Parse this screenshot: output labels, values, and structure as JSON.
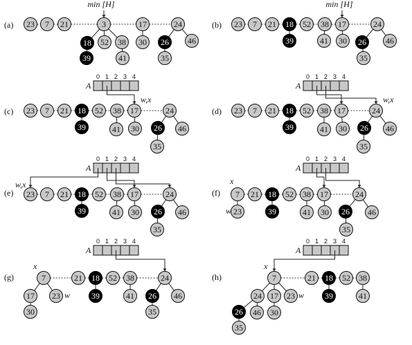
{
  "panels": [
    {
      "id": "a",
      "label": "(a)",
      "pointer": {
        "text": "min [H]",
        "node": 3
      },
      "roots": [
        23,
        7,
        21,
        3,
        17,
        24
      ],
      "nodes": [
        {
          "v": 23,
          "c": "gray"
        },
        {
          "v": 7,
          "c": "gray"
        },
        {
          "v": 21,
          "c": "gray"
        },
        {
          "v": 3,
          "c": "gray"
        },
        {
          "v": 17,
          "c": "gray"
        },
        {
          "v": 24,
          "c": "gray"
        },
        {
          "v": 18,
          "c": "black"
        },
        {
          "v": 52,
          "c": "gray"
        },
        {
          "v": 38,
          "c": "gray"
        },
        {
          "v": 30,
          "c": "gray"
        },
        {
          "v": 26,
          "c": "black"
        },
        {
          "v": 46,
          "c": "gray"
        },
        {
          "v": 39,
          "c": "black"
        },
        {
          "v": 41,
          "c": "gray"
        },
        {
          "v": 35,
          "c": "gray"
        }
      ],
      "edges": [
        [
          3,
          18
        ],
        [
          3,
          52
        ],
        [
          3,
          38
        ],
        [
          17,
          30
        ],
        [
          24,
          26
        ],
        [
          24,
          46
        ],
        [
          18,
          39
        ],
        [
          38,
          41
        ],
        [
          26,
          35
        ]
      ],
      "array": null
    },
    {
      "id": "b",
      "label": "(b)",
      "pointer": {
        "text": "min [H]",
        "node": 17
      },
      "roots": [
        23,
        7,
        21,
        18,
        52,
        38,
        17,
        24
      ],
      "nodes": [
        {
          "v": 23,
          "c": "gray"
        },
        {
          "v": 7,
          "c": "gray"
        },
        {
          "v": 21,
          "c": "gray"
        },
        {
          "v": 18,
          "c": "black"
        },
        {
          "v": 52,
          "c": "gray"
        },
        {
          "v": 38,
          "c": "gray"
        },
        {
          "v": 17,
          "c": "gray"
        },
        {
          "v": 24,
          "c": "gray"
        },
        {
          "v": 39,
          "c": "black"
        },
        {
          "v": 41,
          "c": "gray"
        },
        {
          "v": 30,
          "c": "gray"
        },
        {
          "v": 26,
          "c": "black"
        },
        {
          "v": 46,
          "c": "gray"
        },
        {
          "v": 35,
          "c": "gray"
        }
      ],
      "edges": [
        [
          18,
          39
        ],
        [
          38,
          41
        ],
        [
          17,
          30
        ],
        [
          24,
          26
        ],
        [
          24,
          46
        ],
        [
          26,
          35
        ]
      ],
      "array": null
    },
    {
      "id": "c",
      "label": "(c)",
      "pointer": null,
      "roots": [
        23,
        7,
        21,
        18,
        52,
        38,
        17,
        24
      ],
      "nodes": [
        {
          "v": 23,
          "c": "gray"
        },
        {
          "v": 7,
          "c": "gray"
        },
        {
          "v": 21,
          "c": "gray"
        },
        {
          "v": 18,
          "c": "black"
        },
        {
          "v": 52,
          "c": "gray"
        },
        {
          "v": 38,
          "c": "gray"
        },
        {
          "v": 17,
          "c": "gray"
        },
        {
          "v": 24,
          "c": "gray"
        },
        {
          "v": 39,
          "c": "black"
        },
        {
          "v": 41,
          "c": "gray"
        },
        {
          "v": 30,
          "c": "gray"
        },
        {
          "v": 26,
          "c": "black"
        },
        {
          "v": 46,
          "c": "gray"
        },
        {
          "v": 35,
          "c": "gray"
        }
      ],
      "edges": [
        [
          18,
          39
        ],
        [
          38,
          41
        ],
        [
          17,
          30
        ],
        [
          24,
          26
        ],
        [
          24,
          46
        ],
        [
          26,
          35
        ]
      ],
      "array": {
        "name": "A",
        "indices": [
          "0",
          "1",
          "2",
          "3",
          "4"
        ],
        "pointers": [
          {
            "from": 1,
            "to": 17
          }
        ]
      },
      "marker": {
        "text": "w,x",
        "node": 17
      }
    },
    {
      "id": "d",
      "label": "(d)",
      "pointer": null,
      "roots": [
        23,
        7,
        21,
        18,
        52,
        38,
        17,
        24
      ],
      "nodes": [
        {
          "v": 23,
          "c": "gray"
        },
        {
          "v": 7,
          "c": "gray"
        },
        {
          "v": 21,
          "c": "gray"
        },
        {
          "v": 18,
          "c": "black"
        },
        {
          "v": 52,
          "c": "gray"
        },
        {
          "v": 38,
          "c": "gray"
        },
        {
          "v": 17,
          "c": "gray"
        },
        {
          "v": 24,
          "c": "gray"
        },
        {
          "v": 39,
          "c": "black"
        },
        {
          "v": 41,
          "c": "gray"
        },
        {
          "v": 30,
          "c": "gray"
        },
        {
          "v": 26,
          "c": "black"
        },
        {
          "v": 46,
          "c": "gray"
        },
        {
          "v": 35,
          "c": "gray"
        }
      ],
      "edges": [
        [
          18,
          39
        ],
        [
          38,
          41
        ],
        [
          17,
          30
        ],
        [
          24,
          26
        ],
        [
          24,
          46
        ],
        [
          26,
          35
        ]
      ],
      "array": {
        "name": "A",
        "indices": [
          "0",
          "1",
          "2",
          "3",
          "4"
        ],
        "pointers": [
          {
            "from": 1,
            "to": 17
          },
          {
            "from": 2,
            "to": 24
          }
        ]
      },
      "marker": {
        "text": "w,x",
        "node": 24
      }
    },
    {
      "id": "e",
      "label": "(e)",
      "pointer": null,
      "roots": [
        23,
        7,
        21,
        18,
        52,
        38,
        17,
        24
      ],
      "nodes": [
        {
          "v": 23,
          "c": "gray"
        },
        {
          "v": 7,
          "c": "gray"
        },
        {
          "v": 21,
          "c": "gray"
        },
        {
          "v": 18,
          "c": "black"
        },
        {
          "v": 52,
          "c": "gray"
        },
        {
          "v": 38,
          "c": "gray"
        },
        {
          "v": 17,
          "c": "gray"
        },
        {
          "v": 24,
          "c": "gray"
        },
        {
          "v": 39,
          "c": "black"
        },
        {
          "v": 41,
          "c": "gray"
        },
        {
          "v": 30,
          "c": "gray"
        },
        {
          "v": 26,
          "c": "black"
        },
        {
          "v": 46,
          "c": "gray"
        },
        {
          "v": 35,
          "c": "gray"
        }
      ],
      "edges": [
        [
          18,
          39
        ],
        [
          38,
          41
        ],
        [
          17,
          30
        ],
        [
          24,
          26
        ],
        [
          24,
          46
        ],
        [
          26,
          35
        ]
      ],
      "array": {
        "name": "A",
        "indices": [
          "0",
          "1",
          "2",
          "3",
          "4"
        ],
        "pointers": [
          {
            "from": 0,
            "to": 23
          },
          {
            "from": 1,
            "to": 17
          },
          {
            "from": 2,
            "to": 24
          }
        ]
      },
      "marker": {
        "text": "w,x",
        "node": 23
      }
    },
    {
      "id": "f",
      "label": "(f)",
      "pointer": null,
      "roots": [
        7,
        21,
        18,
        52,
        38,
        17,
        24
      ],
      "nodes": [
        {
          "v": 7,
          "c": "gray"
        },
        {
          "v": 21,
          "c": "gray"
        },
        {
          "v": 18,
          "c": "black"
        },
        {
          "v": 52,
          "c": "gray"
        },
        {
          "v": 38,
          "c": "gray"
        },
        {
          "v": 17,
          "c": "gray"
        },
        {
          "v": 24,
          "c": "gray"
        },
        {
          "v": 23,
          "c": "gray"
        },
        {
          "v": 39,
          "c": "black"
        },
        {
          "v": 41,
          "c": "gray"
        },
        {
          "v": 30,
          "c": "gray"
        },
        {
          "v": 26,
          "c": "black"
        },
        {
          "v": 46,
          "c": "gray"
        },
        {
          "v": 35,
          "c": "gray"
        }
      ],
      "edges": [
        [
          7,
          23
        ],
        [
          18,
          39
        ],
        [
          38,
          41
        ],
        [
          17,
          30
        ],
        [
          24,
          26
        ],
        [
          24,
          46
        ],
        [
          26,
          35
        ]
      ],
      "array": {
        "name": "A",
        "indices": [
          "0",
          "1",
          "2",
          "3",
          "4"
        ],
        "pointers": [
          {
            "from": 1,
            "to": 17
          },
          {
            "from": 2,
            "to": 24
          }
        ]
      },
      "marker": {
        "text": "x",
        "node": 7
      },
      "marker2": {
        "text": "w",
        "node": 23
      }
    },
    {
      "id": "g",
      "label": "(g)",
      "pointer": null,
      "roots": [
        7,
        21,
        18,
        52,
        38,
        24
      ],
      "nodes": [
        {
          "v": 7,
          "c": "gray"
        },
        {
          "v": 21,
          "c": "gray"
        },
        {
          "v": 18,
          "c": "black"
        },
        {
          "v": 52,
          "c": "gray"
        },
        {
          "v": 38,
          "c": "gray"
        },
        {
          "v": 24,
          "c": "gray"
        },
        {
          "v": 17,
          "c": "gray"
        },
        {
          "v": 23,
          "c": "gray"
        },
        {
          "v": 39,
          "c": "black"
        },
        {
          "v": 41,
          "c": "gray"
        },
        {
          "v": 26,
          "c": "black"
        },
        {
          "v": 46,
          "c": "gray"
        },
        {
          "v": 30,
          "c": "gray"
        },
        {
          "v": 35,
          "c": "gray"
        }
      ],
      "edges": [
        [
          7,
          17
        ],
        [
          7,
          23
        ],
        [
          17,
          30
        ],
        [
          18,
          39
        ],
        [
          38,
          41
        ],
        [
          24,
          26
        ],
        [
          24,
          46
        ],
        [
          26,
          35
        ]
      ],
      "array": {
        "name": "A",
        "indices": [
          "0",
          "1",
          "2",
          "3",
          "4"
        ],
        "pointers": [
          {
            "from": 2,
            "to": 24
          }
        ]
      },
      "marker": {
        "text": "x",
        "node": 7
      },
      "marker2": {
        "text": "w",
        "node": 23
      }
    },
    {
      "id": "h",
      "label": "(h)",
      "pointer": null,
      "roots": [
        7,
        21,
        18,
        52,
        38
      ],
      "nodes": [
        {
          "v": 7,
          "c": "gray"
        },
        {
          "v": 21,
          "c": "gray"
        },
        {
          "v": 18,
          "c": "black"
        },
        {
          "v": 52,
          "c": "gray"
        },
        {
          "v": 38,
          "c": "gray"
        },
        {
          "v": 24,
          "c": "gray"
        },
        {
          "v": 17,
          "c": "gray"
        },
        {
          "v": 23,
          "c": "gray"
        },
        {
          "v": 39,
          "c": "black"
        },
        {
          "v": 41,
          "c": "gray"
        },
        {
          "v": 26,
          "c": "black"
        },
        {
          "v": 46,
          "c": "gray"
        },
        {
          "v": 30,
          "c": "gray"
        },
        {
          "v": 35,
          "c": "gray"
        }
      ],
      "edges": [
        [
          7,
          24
        ],
        [
          7,
          17
        ],
        [
          7,
          23
        ],
        [
          24,
          26
        ],
        [
          24,
          46
        ],
        [
          17,
          30
        ],
        [
          18,
          39
        ],
        [
          38,
          41
        ],
        [
          26,
          35
        ]
      ],
      "array": {
        "name": "A",
        "indices": [
          "0",
          "1",
          "2",
          "3",
          "4"
        ],
        "pointers": [
          {
            "from": 3,
            "to": 7
          }
        ]
      },
      "marker": {
        "text": "x",
        "node": 7
      },
      "marker2": {
        "text": "w",
        "node": 23
      }
    }
  ]
}
